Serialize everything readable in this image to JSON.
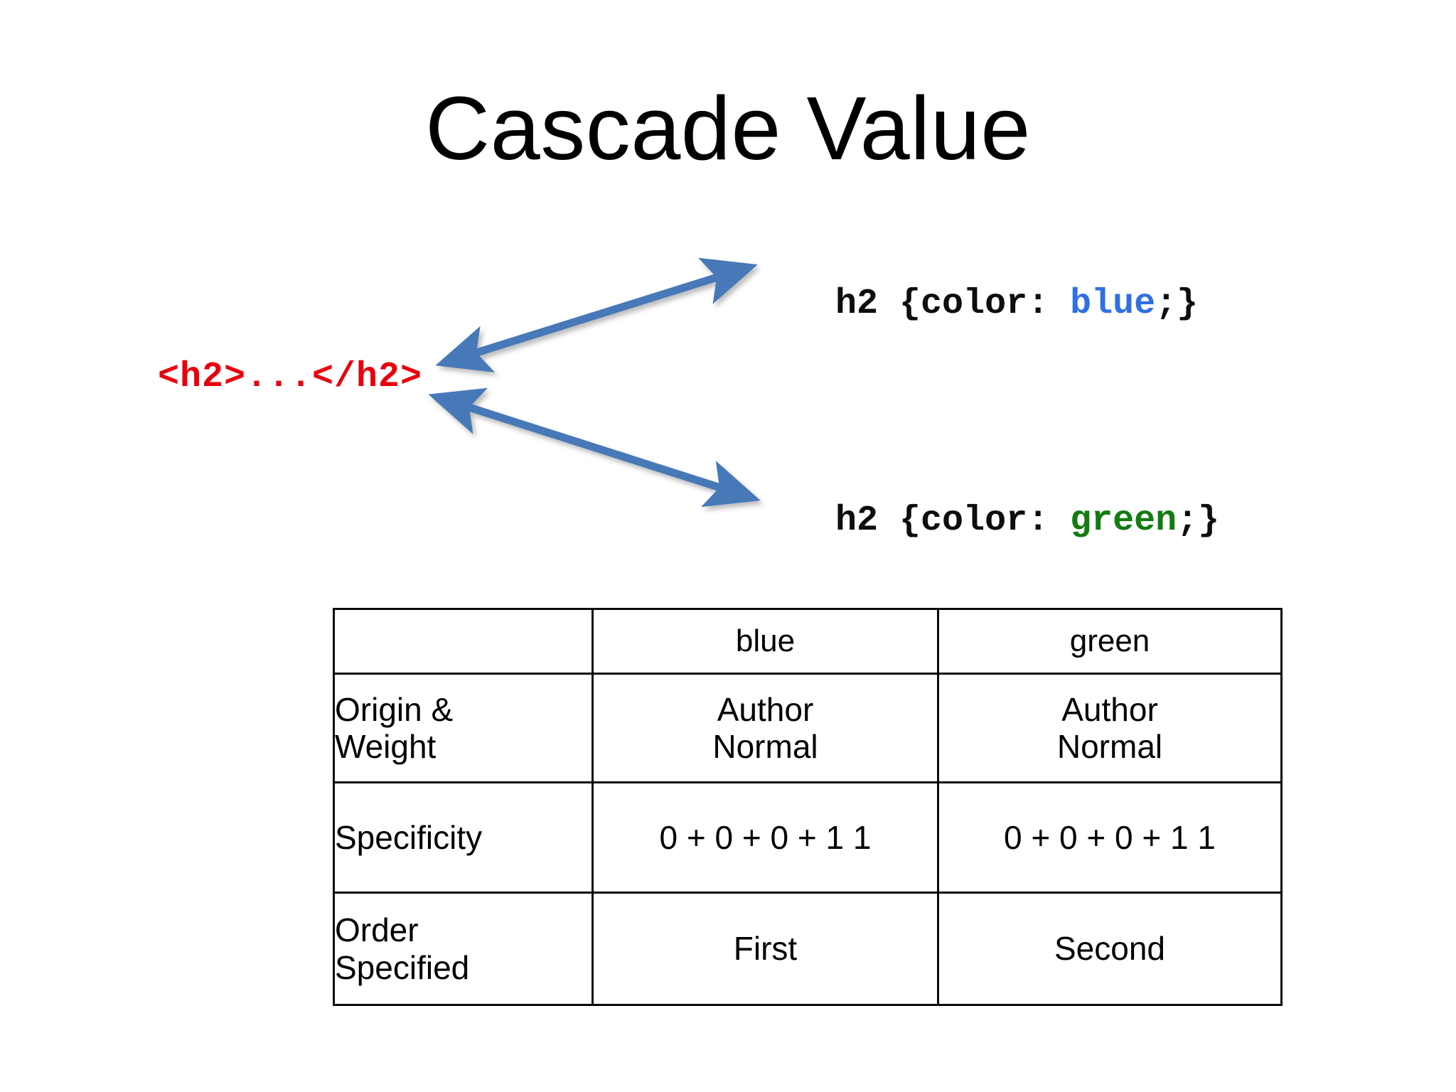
{
  "slide": {
    "title": "Cascade Value",
    "background_color": "#ffffff"
  },
  "colors": {
    "blue_token": "#2f6fe4",
    "green_token": "#127c12",
    "red_element": "#e8000d",
    "arrow_blue": "#4779b8",
    "table_border": "#0a0a0a",
    "text": "#000000"
  },
  "diagram": {
    "element": "<h2>...</h2>",
    "rules": [
      {
        "selector": "h2 {color: ",
        "value": "blue",
        "terminator": ";}",
        "value_color": "#2f6fe4"
      },
      {
        "selector": "h2 {color: ",
        "value": "green",
        "terminator": ";}",
        "value_color": "#127c12"
      }
    ],
    "arrows": [
      {
        "name": "arrow-element-to-blue-rule",
        "style": "double-headed",
        "color": "#4779b8"
      },
      {
        "name": "arrow-element-to-green-rule",
        "style": "double-headed",
        "color": "#4779b8"
      }
    ]
  },
  "table": {
    "headers": [
      "",
      "blue",
      "green"
    ],
    "rows": [
      {
        "label": "Origin &\nWeight",
        "label_line1": "Origin &",
        "label_line2": "Weight",
        "blue": "Author\nNormal",
        "blue_line1": "Author",
        "blue_line2": "Normal",
        "green": "Author\nNormal",
        "green_line1": "Author",
        "green_line2": "Normal"
      },
      {
        "label": "Specificity",
        "label_line1": "Specificity",
        "label_line2": "",
        "blue": "0 + 0 + 0 + 1 1",
        "green": "0 + 0 + 0 + 1 1"
      },
      {
        "label": "Order\nSpecified",
        "label_line1": "Order",
        "label_line2": "Specified",
        "blue": "First",
        "green": "Second"
      }
    ]
  },
  "chart_data": {
    "type": "table",
    "title": "Cascade Value",
    "columns": [
      "",
      "blue",
      "green"
    ],
    "rows": [
      [
        "Origin & Weight",
        "Author Normal",
        "Author Normal"
      ],
      [
        "Specificity",
        "0 + 0 + 0 + 1 1",
        "0 + 0 + 0 + 1 1"
      ],
      [
        "Order Specified",
        "First",
        "Second"
      ]
    ]
  }
}
